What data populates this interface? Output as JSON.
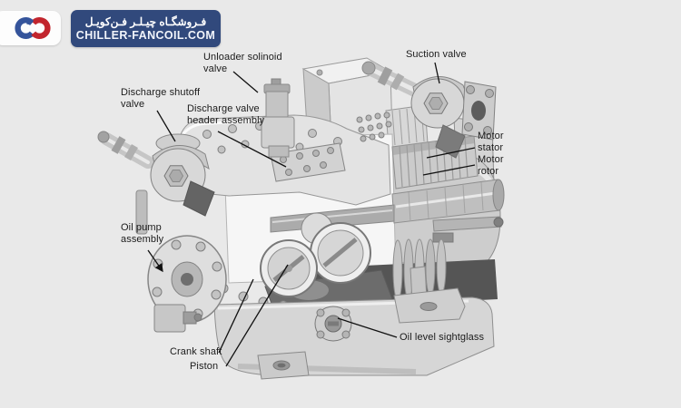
{
  "colors": {
    "background": "#e9e9e9",
    "badge_navy": "#31497c",
    "logo_blue": "#35549b",
    "logo_red": "#c2262e",
    "label_text": "#1b1b1b"
  },
  "logo": {
    "brand_fa": "فـروشگـاه چیـلـر فـن‌کویـل",
    "brand_domain": "CHILLER-FANCOIL.COM"
  },
  "diagram": {
    "labels": [
      {
        "id": "unloader-solenoid-valve",
        "text": "Unloader solinoid\nvalve"
      },
      {
        "id": "suction-valve",
        "text": "Suction valve"
      },
      {
        "id": "discharge-shutoff-valve",
        "text": "Discharge shutoff\nvalve"
      },
      {
        "id": "discharge-valve-header-assembly",
        "text": "Discharge valve\nheader assembly"
      },
      {
        "id": "motor-stator",
        "text": "Motor\nstator"
      },
      {
        "id": "motor-rotor",
        "text": "Motor\nrotor"
      },
      {
        "id": "oil-pump-assembly",
        "text": "Oil pump\nassembly"
      },
      {
        "id": "crank-shaft",
        "text": "Crank shaft"
      },
      {
        "id": "piston",
        "text": "Piston"
      },
      {
        "id": "oil-level-sightglass",
        "text": "Oil level sightglass"
      }
    ]
  }
}
